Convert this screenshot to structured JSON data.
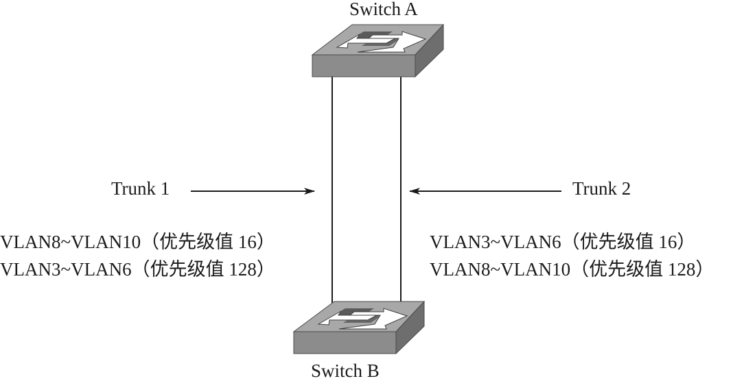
{
  "switch_a": {
    "name": "Switch A"
  },
  "switch_b": {
    "name": "Switch B"
  },
  "trunk_1": {
    "name": "Trunk 1",
    "vlan_priorities": [
      "VLAN8~VLAN10（优先级值 16）",
      "VLAN3~VLAN6（优先级值 128）"
    ]
  },
  "trunk_2": {
    "name": "Trunk 2",
    "vlan_priorities": [
      "VLAN3~VLAN6（优先级值 16）",
      "VLAN8~VLAN10（优先级值 128）"
    ]
  },
  "colors": {
    "switch_top": "#a8a8a8",
    "switch_front": "#8c8c8c",
    "switch_side": "#6e6e6e",
    "port_marks": "#5a5a5a",
    "arrow_fill": "#ffffff",
    "line": "#1a1a1a"
  }
}
